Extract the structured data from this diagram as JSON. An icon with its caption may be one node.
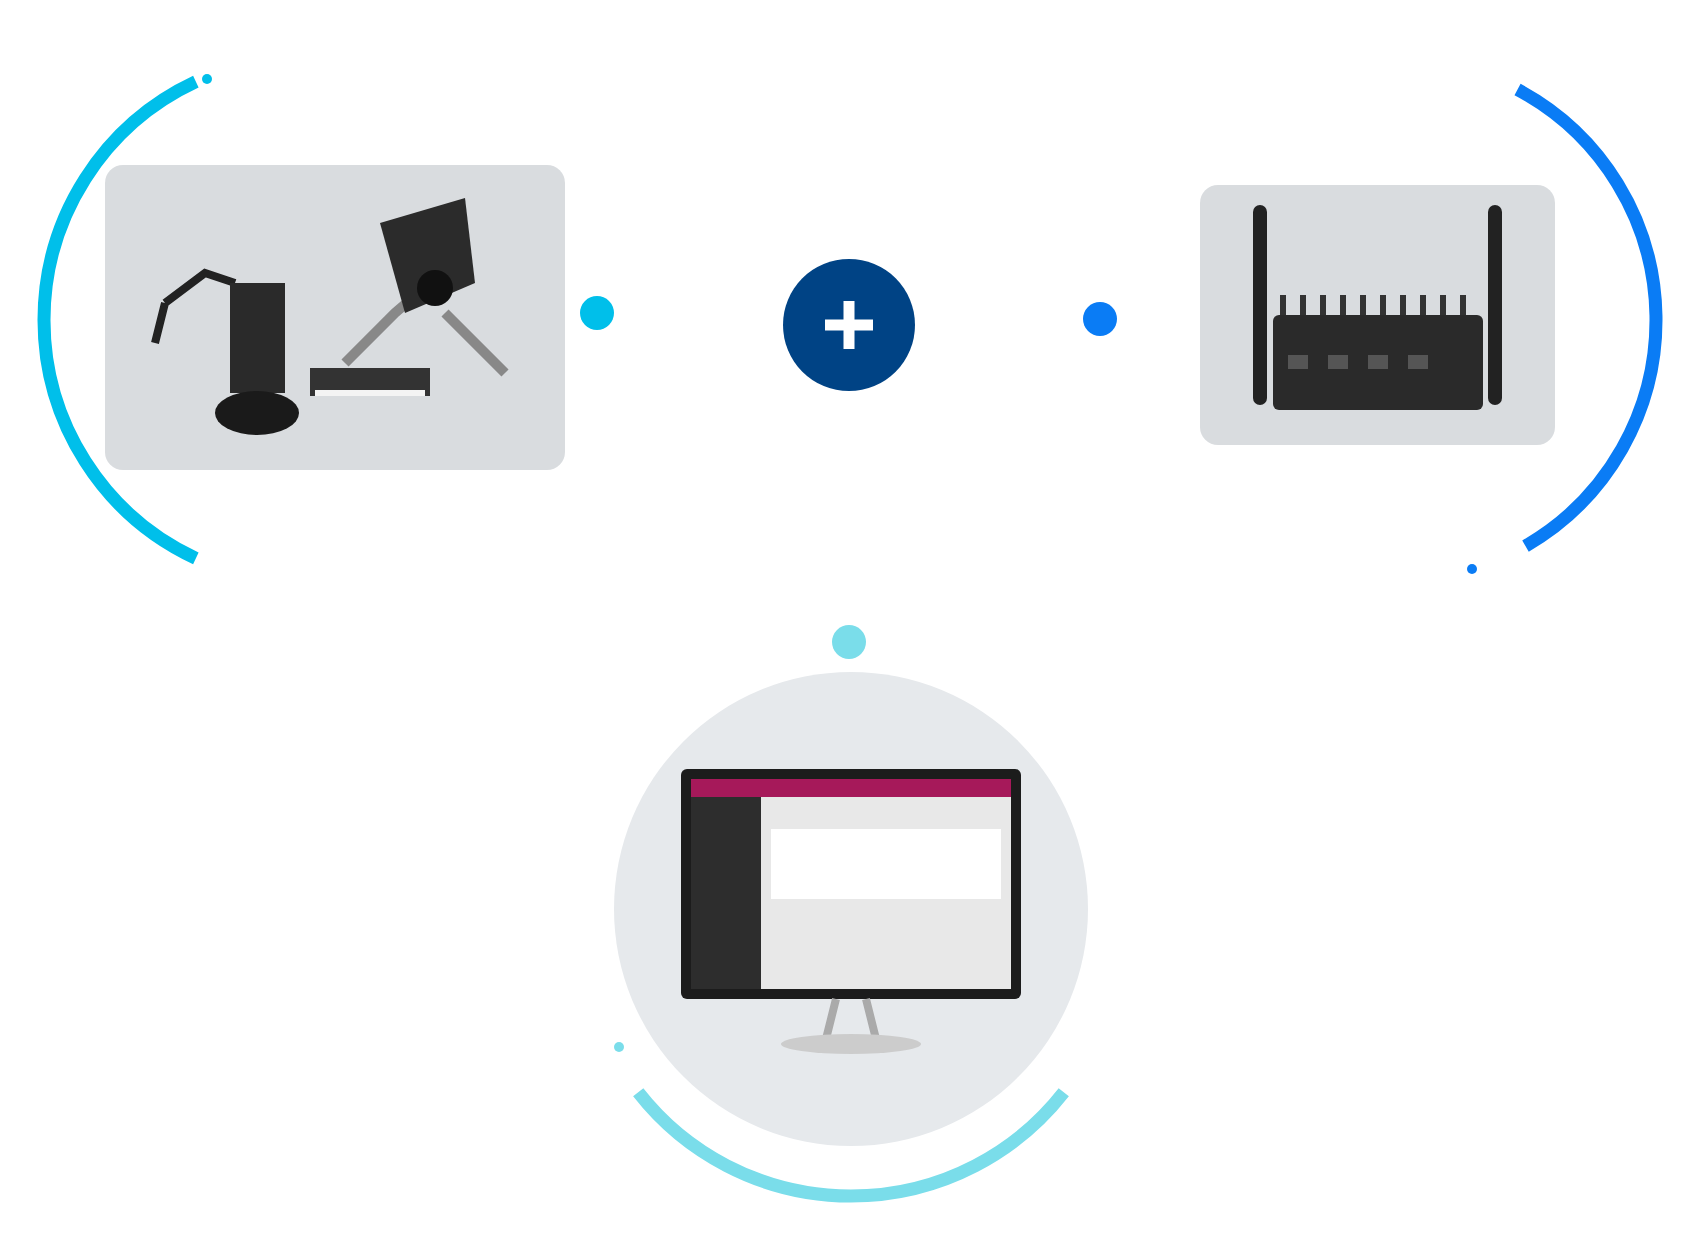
{
  "diagram": {
    "nodes": [
      {
        "text": [],
        "shape": "picture"
      },
      {
        "text": [],
        "shape": "circle"
      },
      {
        "text": [],
        "shape": "picture"
      },
      {
        "text": [],
        "shape": "picture"
      }
    ]
  }
}
